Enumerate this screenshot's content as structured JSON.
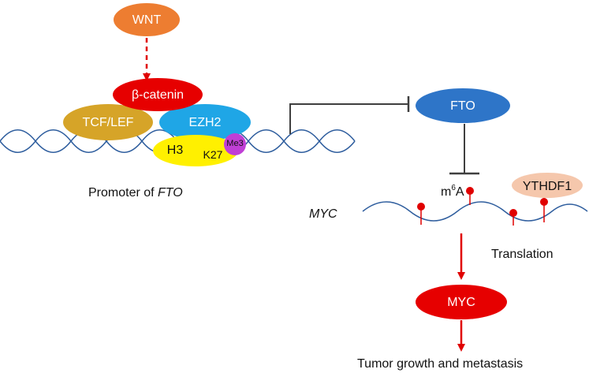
{
  "nodes": {
    "wnt": "WNT",
    "beta_catenin": "β-catenin",
    "tcf_lef": "TCF/LEF",
    "ezh2": "EZH2",
    "h3": "H3",
    "k27": "K27",
    "me3": "Me3",
    "fto": "FTO",
    "ythdf1": "YTHDF1",
    "myc_protein": "MYC"
  },
  "labels": {
    "promoter_prefix": "Promoter of ",
    "promoter_gene": "FTO",
    "myc_mrna": "MYC",
    "m6a_base": "m",
    "m6a_sup": "6",
    "m6a_suffix": "A",
    "translation": "Translation",
    "outcome": "Tumor growth and metastasis"
  },
  "colors": {
    "wnt": "#ED7D31",
    "beta_catenin": "#E60000",
    "tcf_lef": "#D6A428",
    "ezh2": "#1FA6E6",
    "h3": "#FFF000",
    "me3": "#C03FD6",
    "fto": "#2E75C8",
    "ythdf1": "#F5C7AC",
    "myc_protein": "#E60000",
    "dna": "#2F5E9E",
    "arrow": "#E00000",
    "inhibit": "#3F3F3F",
    "m6a_dot": "#E00000"
  }
}
